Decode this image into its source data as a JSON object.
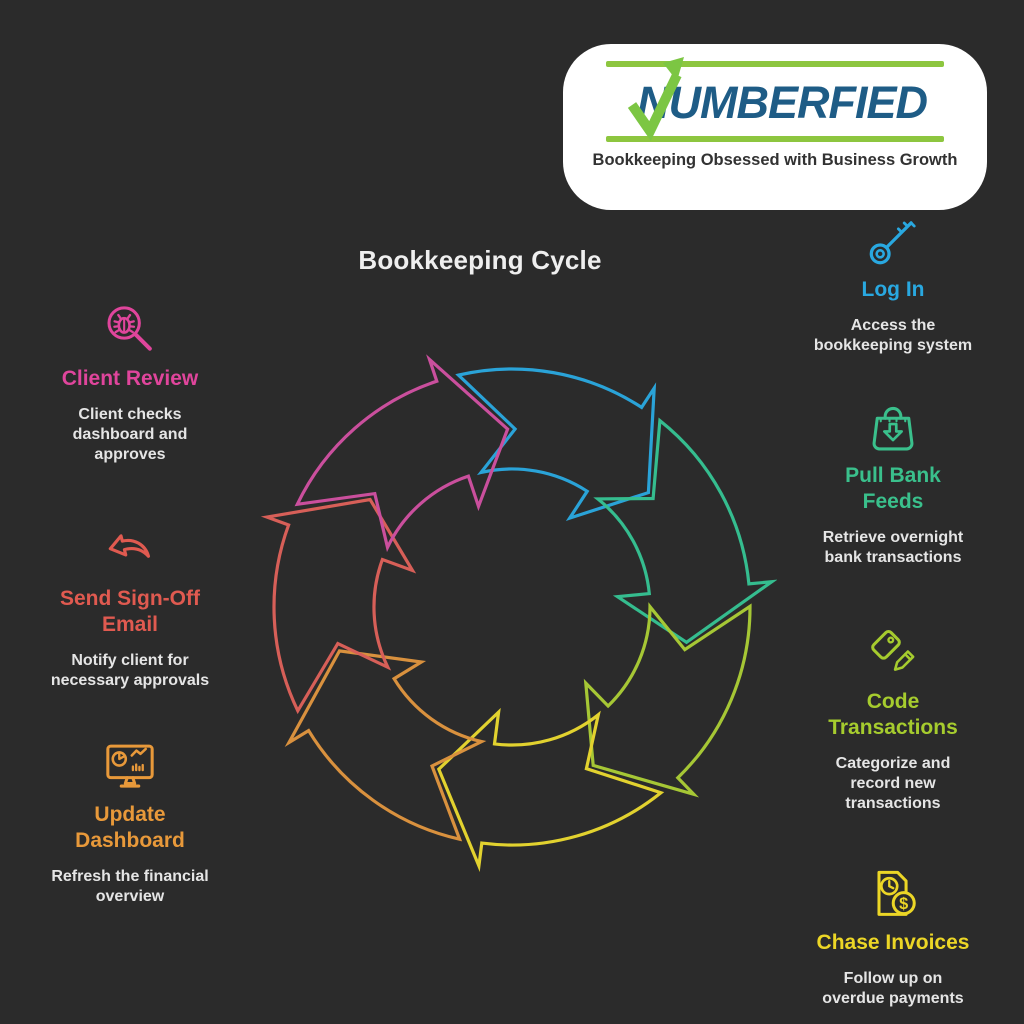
{
  "page": {
    "title": "Bookkeeping Cycle",
    "background": "#2b2b2b"
  },
  "logo": {
    "brand": "NUMBERFIED",
    "tagline": "Bookkeeping Obsessed with Business Growth",
    "brand_color": "#1e5c86",
    "accent_green": "#8dc63f",
    "card_background": "#ffffff"
  },
  "cycle": {
    "segments": 7,
    "rotation_start_deg": -13,
    "direction": "clockwise",
    "colors": [
      "#2aa3d8",
      "#35bd8f",
      "#a6c735",
      "#e2d22f",
      "#d9913e",
      "#d75f58",
      "#ca4f9d"
    ]
  },
  "steps": {
    "left": [
      {
        "title": "Client Review",
        "desc": "Client checks dashboard and approves",
        "color": "#e0459c",
        "icon": "bug-magnifier-icon"
      },
      {
        "title": "Send Sign-Off Email",
        "desc": "Notify client for necessary approvals",
        "color": "#e05a50",
        "icon": "reply-arrow-icon"
      },
      {
        "title": "Update Dashboard",
        "desc": "Refresh the financial overview",
        "color": "#e8993a",
        "icon": "dashboard-monitor-icon"
      }
    ],
    "right": [
      {
        "title": "Log In",
        "desc": "Access the bookkeeping system",
        "color": "#29a8e0",
        "icon": "key-icon"
      },
      {
        "title": "Pull Bank Feeds",
        "desc": "Retrieve overnight bank transactions",
        "color": "#3ac08c",
        "icon": "bag-download-icon"
      },
      {
        "title": "Code Transactions",
        "desc": "Categorize and record new transactions",
        "color": "#a6cc2e",
        "icon": "tag-pencil-icon"
      },
      {
        "title": "Chase Invoices",
        "desc": "Follow up on overdue payments",
        "color": "#ecd626",
        "icon": "invoice-clock-dollar-icon",
        "icon_glyph": "$"
      }
    ]
  }
}
